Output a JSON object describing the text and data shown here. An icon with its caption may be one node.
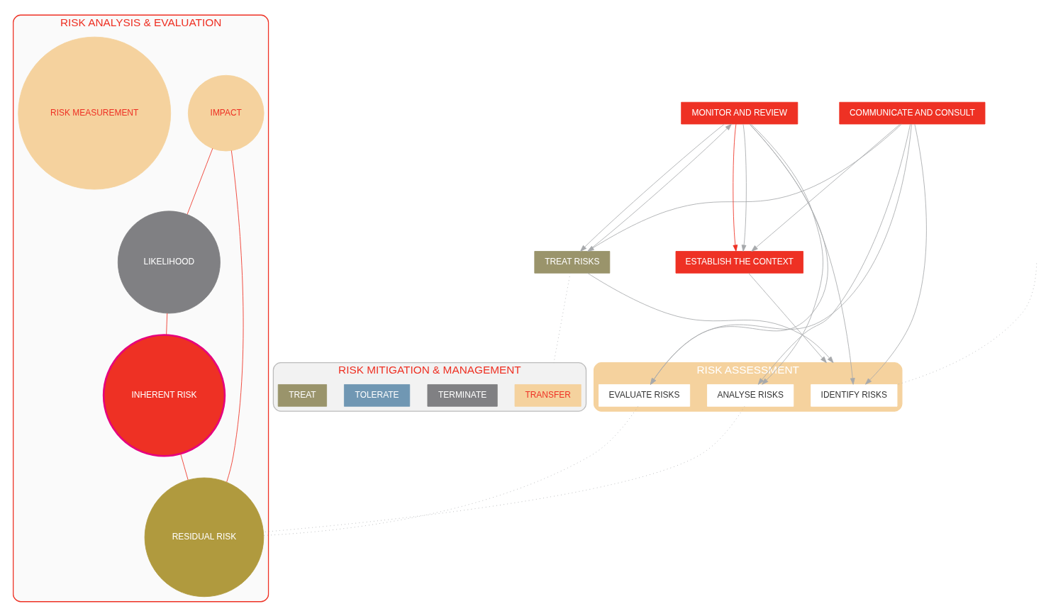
{
  "diagram": {
    "nodes": [
      {
        "text": [
          "ESTABLISH THE CONTEXT"
        ]
      },
      {
        "text": [
          "RISK ASSESSMENT"
        ]
      },
      {
        "text": [
          "IDENTIFY RISKS"
        ],
        "in": 1
      },
      {
        "text": [
          "ANALYSE RISKS"
        ],
        "in": 1
      },
      {
        "text": [
          "EVALUATE RISKS"
        ],
        "in": 1
      },
      {
        "text": [
          "TREAT RISKS"
        ]
      },
      {
        "text": [
          "COMMUNICATE AND CONSULT"
        ]
      },
      {
        "text": [
          "MONITOR AND REVIEW"
        ]
      },
      {
        "text": [
          "RISK ANALYSIS & EVALUATION"
        ]
      },
      {
        "text": [
          "IMPACT"
        ],
        "in": 8
      },
      {
        "text": [
          "RESIDUAL RISK"
        ],
        "in": 8
      },
      {
        "text": [
          "RISK MEASUREMENT"
        ],
        "in": 8
      },
      {
        "text": [
          "LIKELIHOOD"
        ],
        "in": 8
      },
      {
        "text": [
          "INHERENT RISK"
        ],
        "in": 8
      },
      {
        "text": [
          "RISK MITIGATION & MANAGEMENT"
        ]
      },
      {
        "text": [
          "TRANSFER"
        ],
        "in": 14
      },
      {
        "text": [
          "TERMINATE"
        ],
        "in": 14
      },
      {
        "text": [
          "TOLERATE"
        ],
        "in": 14
      },
      {
        "text": [
          "TREAT"
        ],
        "in": 14
      }
    ],
    "edges": [
      {
        "from": 7,
        "to": 0,
        "arrow": "to",
        "color": "#ee3124"
      },
      {
        "from": 0,
        "to": 1,
        "arrow": "to"
      },
      {
        "from": 5,
        "to": 1,
        "arrow": "to"
      },
      {
        "from": 6,
        "to": 0,
        "arrow": "to"
      },
      {
        "from": 6,
        "to": 2,
        "arrow": "to"
      },
      {
        "from": 6,
        "to": 3,
        "arrow": "to"
      },
      {
        "from": 6,
        "to": 4,
        "arrow": "to"
      },
      {
        "from": 6,
        "to": 5,
        "arrow": "to"
      },
      {
        "from": 7,
        "to": 0,
        "arrow": "to"
      },
      {
        "from": 7,
        "to": 2,
        "arrow": "to"
      },
      {
        "from": 7,
        "to": 3,
        "arrow": "to"
      },
      {
        "from": 7,
        "to": 4,
        "arrow": "to"
      },
      {
        "from": 7,
        "to": 5,
        "arrow": "to"
      },
      {
        "from": 5,
        "to": 7,
        "arrow": "to"
      },
      {
        "from": null,
        "to": 2,
        "arrow": "none",
        "style": "dashed"
      },
      {
        "from": 3,
        "to": 10,
        "arrow": "none",
        "style": "dashed"
      },
      {
        "from": 4,
        "to": 10,
        "arrow": "none",
        "style": "dashed"
      },
      {
        "from": 5,
        "to": 14,
        "arrow": "none",
        "style": "dashed"
      },
      {
        "from": 9,
        "to": 12,
        "arrow": "none",
        "color": "#ee3124"
      },
      {
        "from": 12,
        "to": 13,
        "arrow": "none",
        "color": "#ee3124"
      },
      {
        "from": 13,
        "to": 10,
        "arrow": "none",
        "color": "#ee3124"
      },
      {
        "from": 10,
        "to": 9,
        "arrow": "none",
        "color": "#ee3124"
      }
    ]
  }
}
